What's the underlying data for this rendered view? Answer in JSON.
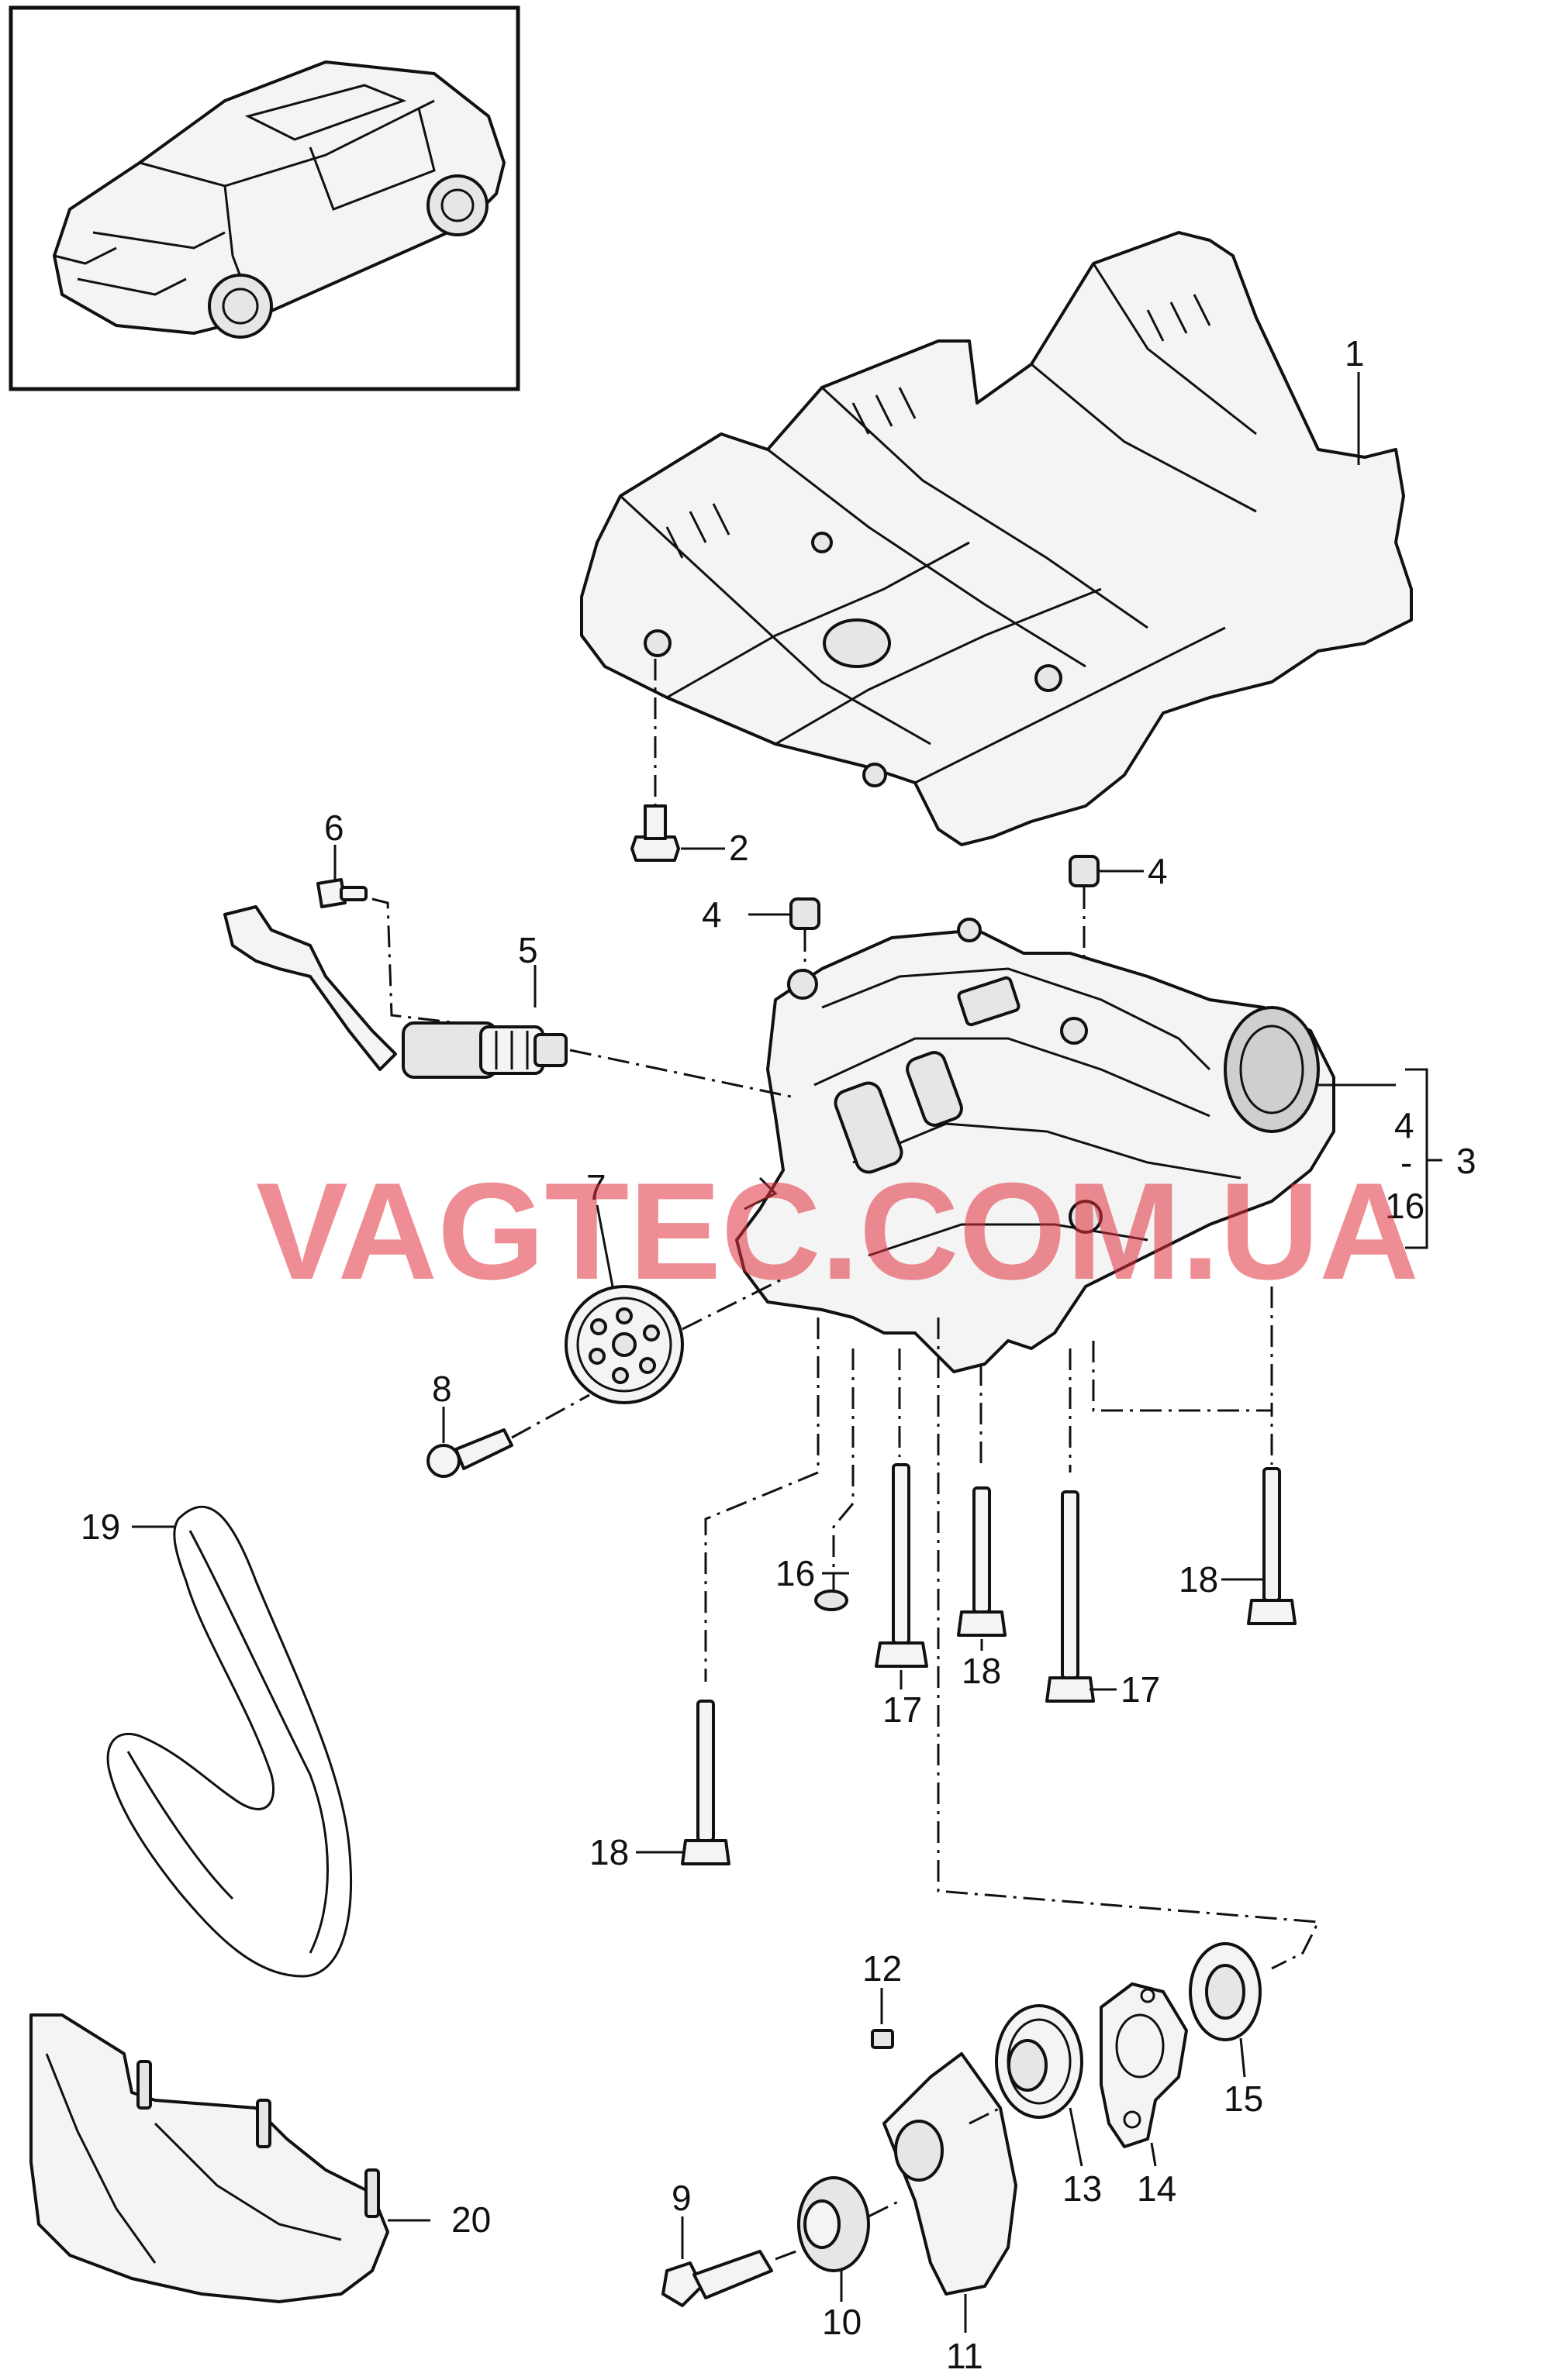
{
  "watermark": "VAGTEC.COM.UA",
  "callouts": {
    "c1": "1",
    "c2": "2",
    "c3": "3",
    "c4a": "4",
    "c4b": "4",
    "c4c": "4",
    "c5": "5",
    "c6": "6",
    "c7": "7",
    "c8": "8",
    "c9": "9",
    "c10": "10",
    "c11": "11",
    "c12": "12",
    "c13": "13",
    "c14": "14",
    "c15": "15",
    "c16a": "16",
    "c16b": "16",
    "c17a": "17",
    "c17b": "17",
    "c18a": "18",
    "c18b": "18",
    "c18c": "18",
    "c19": "19",
    "c20": "20",
    "range_dash": "-"
  },
  "icons": {
    "thumbnail": "vehicle-thumbnail-icon"
  }
}
